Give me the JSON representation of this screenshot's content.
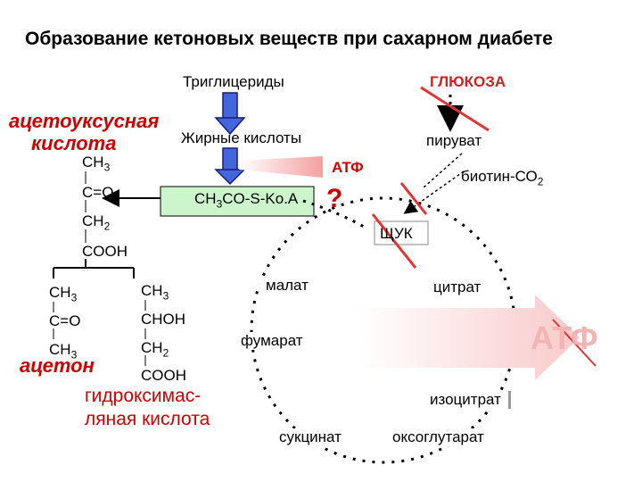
{
  "title": "Образование кетоновых веществ при сахарном диабете",
  "top": {
    "triglycerides": "Триглицериды",
    "glucose": "ГЛЮКОЗА",
    "fatty_acids": "Жирные кислоты",
    "pyruvate": "пируват",
    "atp": "АТФ",
    "biotin": "биотин-СО",
    "biotin_sub": "2"
  },
  "acetyl": {
    "ch": "CH",
    "sub3": "3",
    "rest": "CO-S-Ko.A"
  },
  "question": "?",
  "shchuk": "ЩУК",
  "acetoacetic": {
    "label_1": "ацетоуксусная",
    "label_2": "кислота",
    "ch3": "CH",
    "sub3": "3",
    "co": "C=O",
    "ch2": "CH",
    "sub2": "2",
    "cooh": "COOH"
  },
  "acetone": {
    "label": "ацетон",
    "ch3_top": "CH",
    "co": "C=O",
    "ch3_bot": "CH",
    "sub3": "3"
  },
  "hydroxybutyric": {
    "label_1": "гидроксимас-",
    "label_2": "ляная кислота",
    "ch3": "CH",
    "sub3": "3",
    "choh": "CHOH",
    "ch2": "CH",
    "sub2": "2",
    "cooh": "COOH"
  },
  "cycle": {
    "malate": "малат",
    "citrate": "цитрат",
    "fumarate": "фумарат",
    "isocitrate": "изоцитрат",
    "succinate": "сукцинат",
    "oxoglutarate": "оксоглутарат",
    "atp": "АТФ"
  }
}
